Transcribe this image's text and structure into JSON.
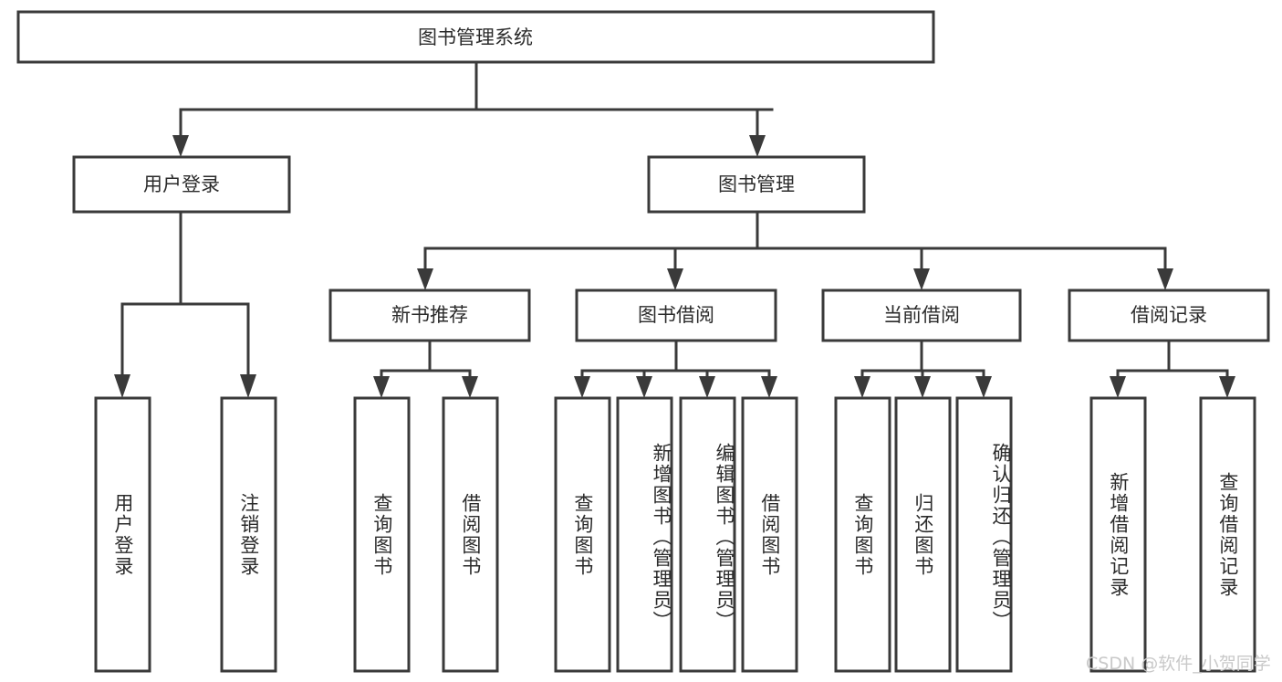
{
  "diagram": {
    "title": "图书管理系统",
    "type": "hierarchy-tree",
    "levels": {
      "root": {
        "label": "图书管理系统"
      },
      "level1": [
        {
          "label": "用户登录"
        },
        {
          "label": "图书管理"
        }
      ],
      "level2": [
        {
          "label": "新书推荐"
        },
        {
          "label": "图书借阅"
        },
        {
          "label": "当前借阅"
        },
        {
          "label": "借阅记录"
        }
      ],
      "leaves": {
        "user_login": [
          {
            "label": "用户登录"
          },
          {
            "label": "注销登录"
          }
        ],
        "new_book_recommend": [
          {
            "label": "查询图书"
          },
          {
            "label": "借阅图书"
          }
        ],
        "book_borrow": [
          {
            "label": "查询图书"
          },
          {
            "label": "新增图书（管理员）"
          },
          {
            "label": "编辑图书（管理员）"
          },
          {
            "label": "借阅图书"
          }
        ],
        "current_borrow": [
          {
            "label": "查询图书"
          },
          {
            "label": "归还图书"
          },
          {
            "label": "确认归还（管理员）"
          }
        ],
        "borrow_record": [
          {
            "label": "新增借阅记录"
          },
          {
            "label": "查询借阅记录"
          }
        ]
      }
    },
    "colors": {
      "stroke": "#3a3a3a",
      "fill": "#ffffff",
      "text": "#2b2b2b",
      "watermark": "#c9c9c9"
    }
  },
  "watermark": {
    "text": "CSDN @软件_小贺同学"
  }
}
